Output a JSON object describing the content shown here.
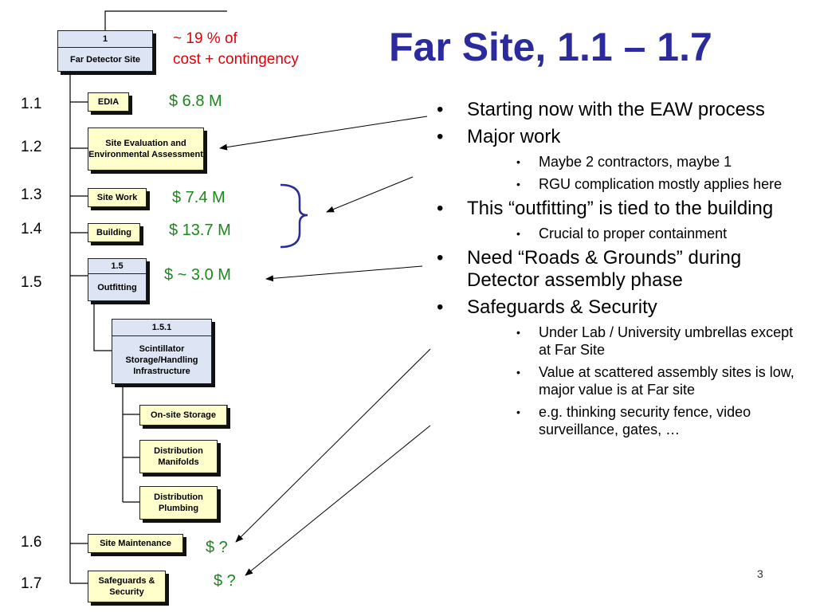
{
  "slide": {
    "title": "Far Site, 1.1 – 1.7",
    "cost_note_line1": "~ 19 % of",
    "cost_note_line2": "cost + contingency",
    "page_number": "3"
  },
  "wbs": {
    "root": {
      "id": "1",
      "label": "Far Detector Site"
    },
    "items": [
      {
        "num": "1.1",
        "label": "EDIA",
        "cost": "$ 6.8 M"
      },
      {
        "num": "1.2",
        "label": "Site Evaluation and Environmental Assessment",
        "cost": ""
      },
      {
        "num": "1.3",
        "label": "Site Work",
        "cost": "$ 7.4 M"
      },
      {
        "num": "1.4",
        "label": "Building",
        "cost": "$ 13.7 M"
      },
      {
        "num": "1.5",
        "id": "1.5",
        "label": "Outfitting",
        "cost": "$ ~ 3.0 M"
      },
      {
        "num": "1.6",
        "label": "Site Maintenance",
        "cost": "$ ?"
      },
      {
        "num": "1.7",
        "label": "Safeguards & Security",
        "cost": "$ ?"
      }
    ],
    "sub": {
      "id": "1.5.1",
      "label": "Scintillator Storage/Handling Infrastructure"
    },
    "subsub": [
      "On-site Storage",
      "Distribution Manifolds",
      "Distribution Plumbing"
    ]
  },
  "bullets": [
    {
      "text": "Starting now with the EAW process",
      "sub": []
    },
    {
      "text": "Major work",
      "sub": [
        "Maybe 2 contractors, maybe 1",
        "RGU complication mostly applies here"
      ]
    },
    {
      "text": "This “outfitting” is tied to the building",
      "sub": [
        "Crucial to proper containment"
      ]
    },
    {
      "text": "Need “Roads & Grounds” during Detector assembly phase",
      "sub": []
    },
    {
      "text": "Safeguards & Security",
      "sub": [
        "Under Lab / University umbrellas except at Far Site",
        "Value at scattered assembly sites is low, major value is at Far site",
        "e.g. thinking security fence, video surveillance, gates, …"
      ]
    }
  ],
  "colors": {
    "title": "#2b2b9e",
    "cost": "#1a8a1a",
    "note": "#e0000a",
    "box": "#ffffcc",
    "blue_box": "#dde4f4"
  }
}
